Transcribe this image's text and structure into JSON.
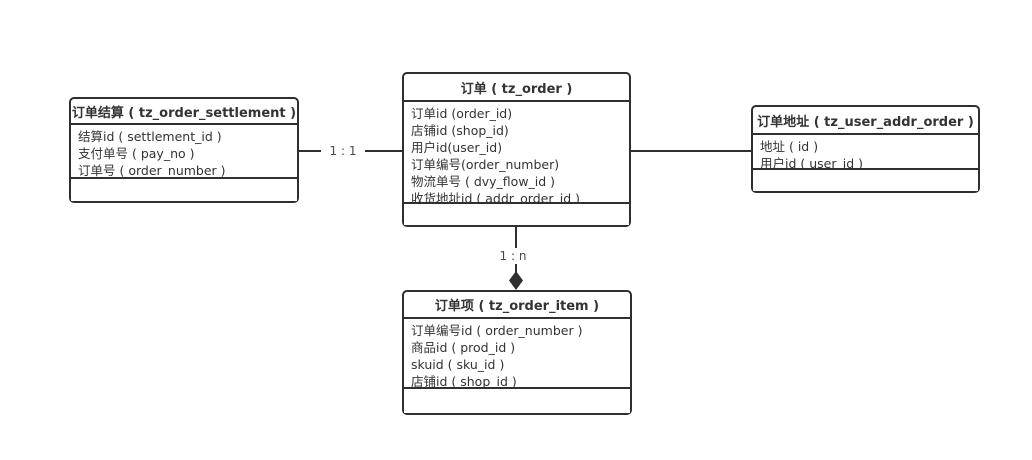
{
  "diagram": {
    "type": "entity-relationship",
    "colors": {
      "background": "#ffffff",
      "border": "#2f2f2f",
      "text": "#333333",
      "relation_label": "#4a4a4a"
    }
  },
  "entities": [
    {
      "title": "订单结算 ( tz_order_settlement )",
      "fields": [
        "结算id ( settlement_id )",
        "支付单号 ( pay_no )",
        "订单号 ( order_number )"
      ]
    },
    {
      "title": "订单 ( tz_order )",
      "fields": [
        "订单id (order_id)",
        "店铺id (shop_id)",
        "用户id(user_id)",
        "订单编号(order_number)",
        "物流单号 ( dvy_flow_id )",
        "收货地址id ( addr_order_id )"
      ]
    },
    {
      "title": "订单地址 ( tz_user_addr_order )",
      "fields": [
        "地址 ( id )",
        "用户id ( user_id )"
      ]
    },
    {
      "title": "订单项 ( tz_order_item )",
      "fields": [
        "订单编号id ( order_number )",
        "商品id ( prod_id )",
        "skuid ( sku_id )",
        "店铺id ( shop_id )"
      ]
    }
  ],
  "relations": [
    {
      "from": "订单结算",
      "to": "订单",
      "label": "1 : 1"
    },
    {
      "from": "订单",
      "to": "订单地址",
      "label": ""
    },
    {
      "from": "订单",
      "to": "订单项",
      "label": "1 : n",
      "end_marker": "filled-diamond"
    }
  ]
}
